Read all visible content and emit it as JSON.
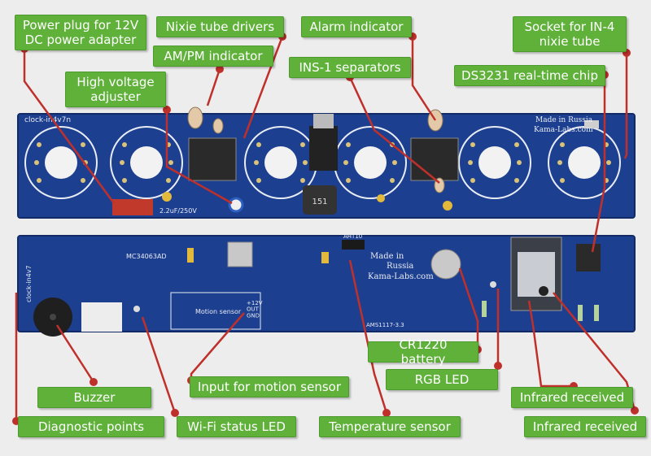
{
  "colors": {
    "label_bg": "#5fb13a",
    "label_text": "#ffffff",
    "pointer": "#c0302b",
    "pcb": "#1d3f8f",
    "pcb_dark": "#15306e",
    "silkscreen": "#e8ecf5",
    "chip": "#2a2a2a"
  },
  "labels": {
    "power_plug": "Power plug for 12V\nDC power adapter",
    "nixie_drivers": "Nixie tube drivers",
    "ampm_indicator": "AM/PM indicator",
    "high_voltage": "High voltage\nadjuster",
    "alarm_indicator": "Alarm indicator",
    "ins1_separators": "INS-1 separators",
    "socket_in4": "Socket for IN-4\nnixie tube",
    "ds3231": "DS3231 real-time chip",
    "cr1220": "CR1220 battery",
    "rgb_led": "RGB LED",
    "infrared_1": "Infrared received",
    "buzzer": "Buzzer",
    "input_motion": "Input for motion sensor",
    "diagnostic": "Diagnostic points",
    "wifi_led": "Wi-Fi status LED",
    "temperature": "Temperature sensor",
    "infrared_2": "Infrared received"
  },
  "pcb_text": {
    "top_board_name": "clock-in4v7n",
    "made_in_russia_top": "Made in Russia",
    "kama_labs_top": "Kama-Labs.com",
    "made_in_russia_bottom": "Made in",
    "russia_bottom": "Russia",
    "kama_labs_bottom": "Kama-Labs.com",
    "motion_sensor": "Motion sensor",
    "aht10": "AHT10",
    "bottom_board_name": "clock-in4v7",
    "mc_chip": "MC34063AD",
    "cap_top": "2.2uF/250V",
    "ldo": "AMS1117-3.3",
    "motion_pins": "+12V\nOUT\nGND",
    "inductor": "151"
  }
}
